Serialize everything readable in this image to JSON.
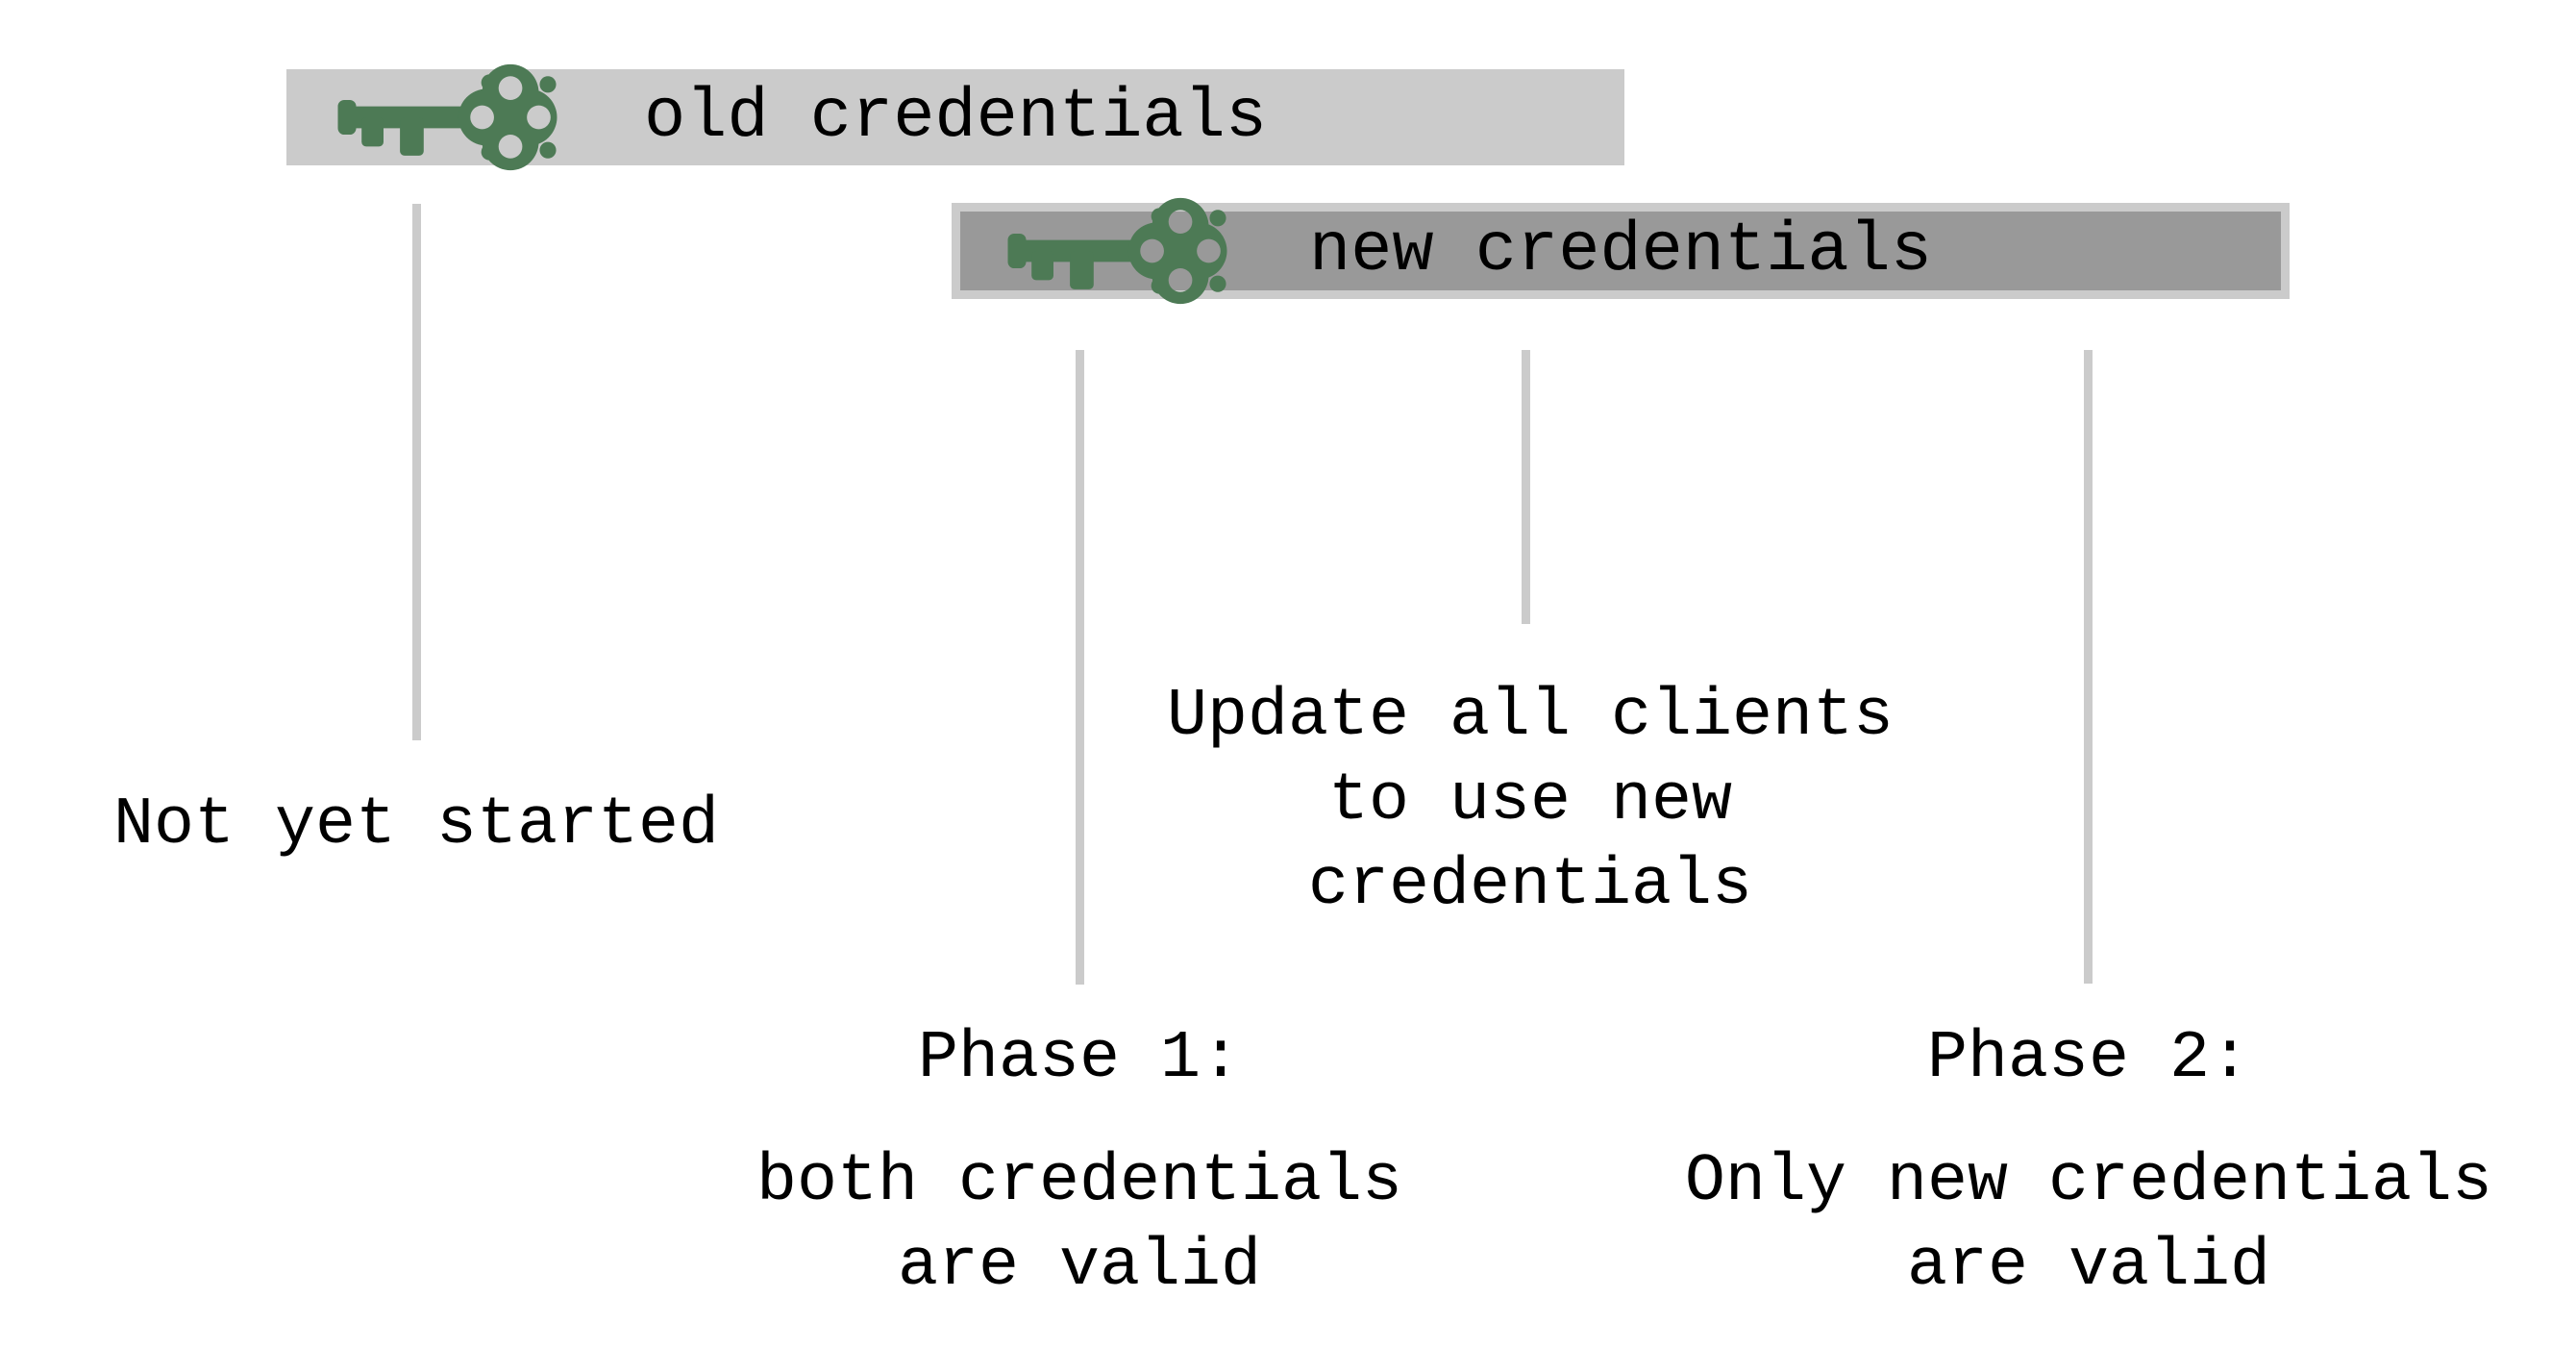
{
  "bars": {
    "old": {
      "label": "old credentials"
    },
    "new": {
      "label": "new credentials"
    }
  },
  "labels": {
    "not_started": "Not yet started",
    "update_clients_line1": "Update all clients",
    "update_clients_line2": "to use new",
    "update_clients_line3": "credentials",
    "phase1_title": "Phase 1:",
    "phase1_desc_line1": "both credentials",
    "phase1_desc_line2": "are valid",
    "phase2_title": "Phase 2:",
    "phase2_desc_line1": "Only new credentials",
    "phase2_desc_line2": "are valid"
  },
  "icons": {
    "key": "key-icon"
  },
  "colors": {
    "bar_light_gray": "#cbcbcb",
    "bar_inner_dark_gray": "#999999",
    "key_green": "#4d7a55",
    "timeline_line_gray": "#cbcbcb",
    "text_black": "#000000",
    "background_white": "#ffffff"
  }
}
